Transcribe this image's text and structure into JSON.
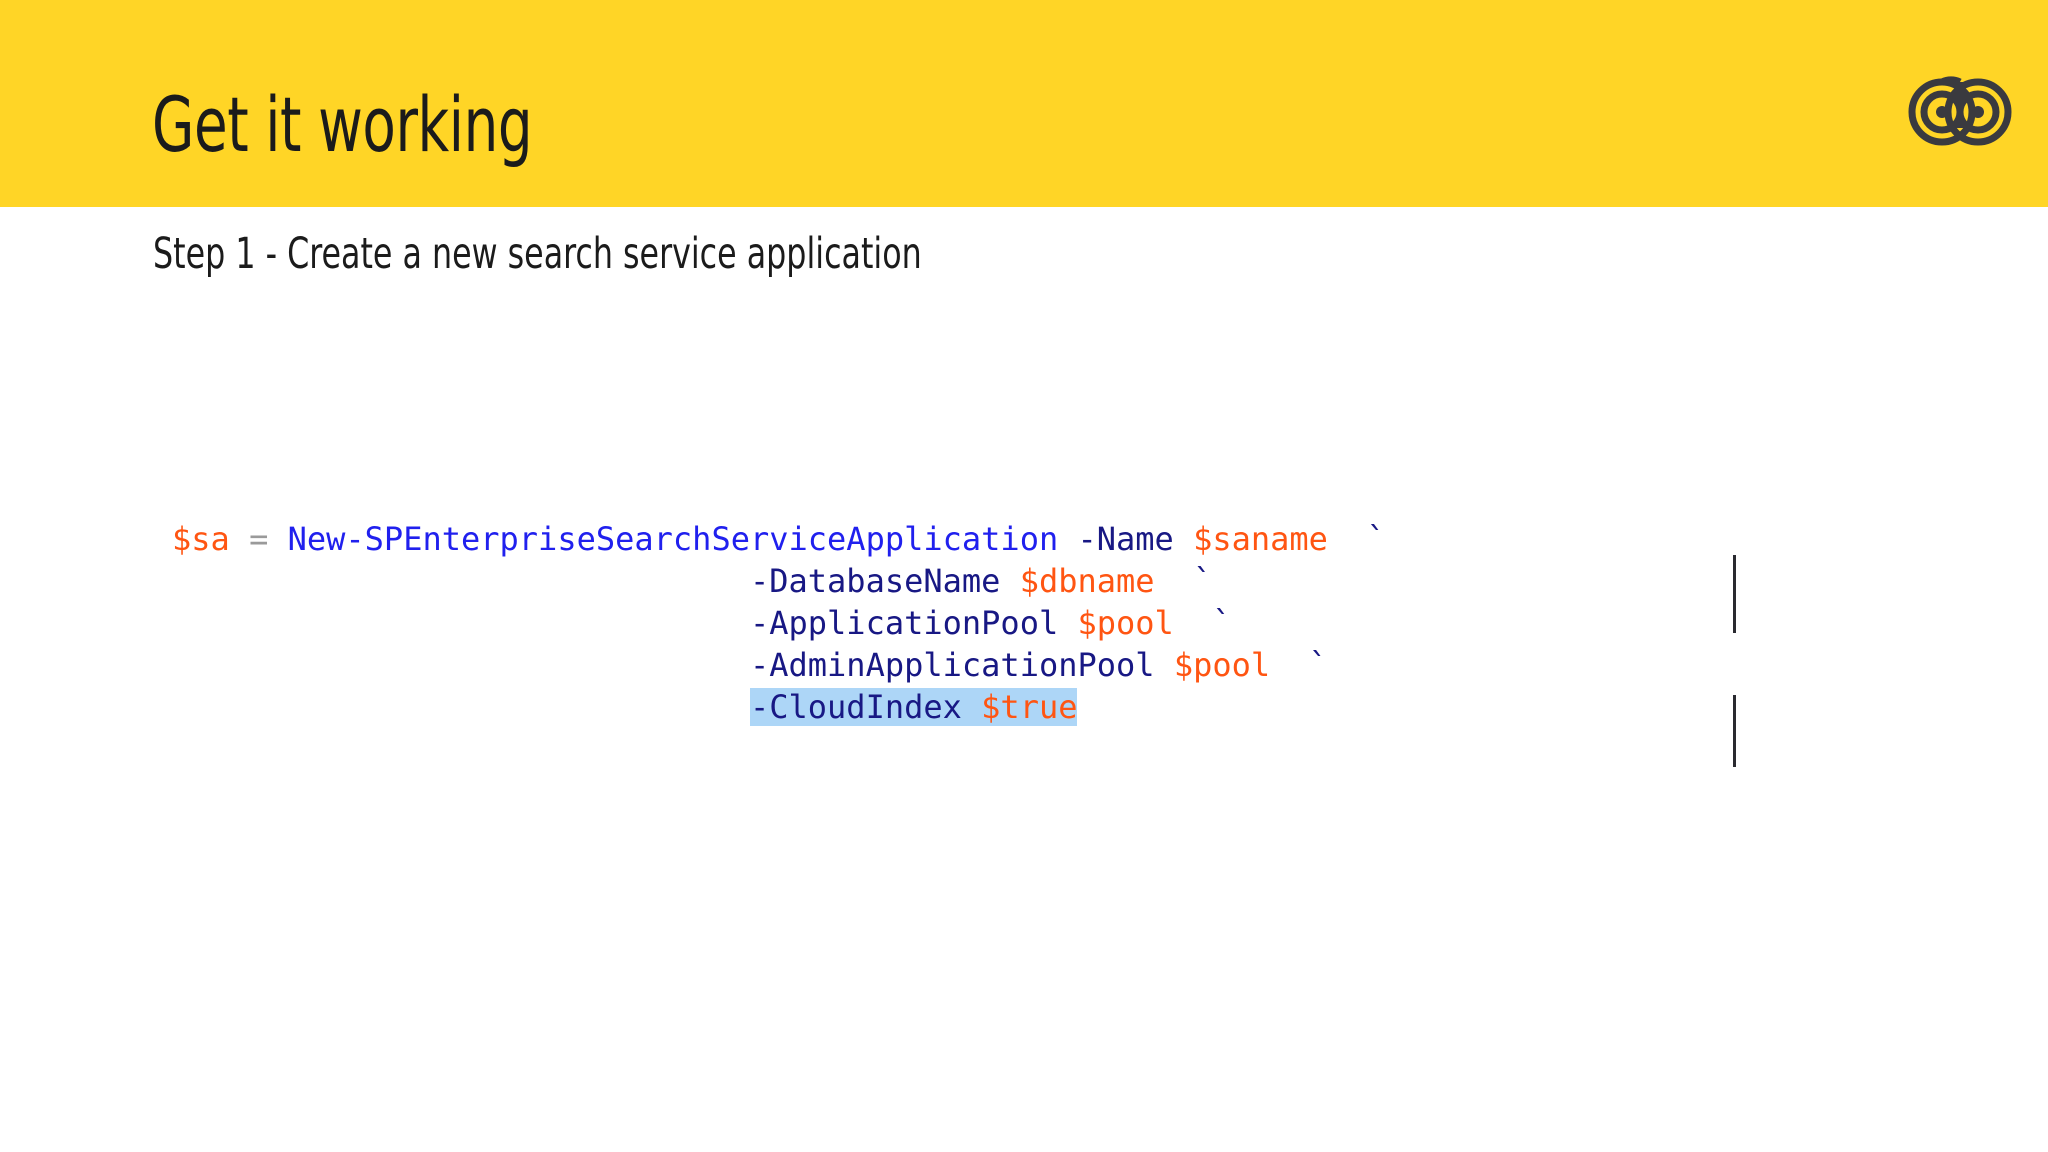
{
  "slide": {
    "title": "Get it working",
    "subtitle": "Step 1 - Create a new search service application",
    "header_bg": "#FFD526",
    "title_color": "#1b1b1b",
    "logo_name": "double-spiral-logo",
    "logo_color": "#3a3a3f"
  },
  "code": {
    "language": "powershell",
    "selection_highlight_color": "#ADD6F7",
    "colors": {
      "variable": "#FF5512",
      "cmdlet": "#2020EE",
      "parameter": "#181884",
      "operator": "#9a9a9a",
      "backtick": "#181884"
    },
    "lines": [
      {
        "id": "line-1",
        "indent": "",
        "highlighted": false,
        "tokens": [
          {
            "t": "$sa",
            "k": "var"
          },
          {
            "t": " ",
            "k": "plain"
          },
          {
            "t": "=",
            "k": "op"
          },
          {
            "t": " ",
            "k": "plain"
          },
          {
            "t": "New-SPEnterpriseSearchServiceApplication",
            "k": "cmdlet"
          },
          {
            "t": " ",
            "k": "plain"
          },
          {
            "t": "-Name",
            "k": "param"
          },
          {
            "t": " ",
            "k": "plain"
          },
          {
            "t": "$saname",
            "k": "var"
          },
          {
            "t": "  ",
            "k": "plain"
          },
          {
            "t": "`",
            "k": "tick"
          }
        ]
      },
      {
        "id": "line-2",
        "indent": "                              ",
        "highlighted": false,
        "tokens": [
          {
            "t": "-DatabaseName",
            "k": "param"
          },
          {
            "t": " ",
            "k": "plain"
          },
          {
            "t": "$dbname",
            "k": "var"
          },
          {
            "t": "  ",
            "k": "plain"
          },
          {
            "t": "`",
            "k": "tick"
          }
        ]
      },
      {
        "id": "line-3",
        "indent": "                              ",
        "highlighted": false,
        "tokens": [
          {
            "t": "-ApplicationPool",
            "k": "param"
          },
          {
            "t": " ",
            "k": "plain"
          },
          {
            "t": "$pool",
            "k": "var"
          },
          {
            "t": "  ",
            "k": "plain"
          },
          {
            "t": "`",
            "k": "tick"
          }
        ]
      },
      {
        "id": "line-4",
        "indent": "                              ",
        "highlighted": false,
        "tokens": [
          {
            "t": "-AdminApplicationPool",
            "k": "param"
          },
          {
            "t": " ",
            "k": "plain"
          },
          {
            "t": "$pool",
            "k": "var"
          },
          {
            "t": "  ",
            "k": "plain"
          },
          {
            "t": "`",
            "k": "tick"
          }
        ]
      },
      {
        "id": "line-5",
        "indent": "                              ",
        "highlighted": true,
        "tokens": [
          {
            "t": "-CloudIndex",
            "k": "param"
          },
          {
            "t": " ",
            "k": "plain"
          },
          {
            "t": "$true",
            "k": "var"
          }
        ]
      }
    ],
    "full_text": "$sa = New-SPEnterpriseSearchServiceApplication -Name $saname `\n                              -DatabaseName $dbname `\n                              -ApplicationPool $pool `\n                              -AdminApplicationPool $pool `\n                              -CloudIndex $true"
  },
  "artifacts": {
    "vertical_rules": [
      {
        "name": "stray-vertical-rule-top"
      },
      {
        "name": "stray-vertical-rule-bottom"
      }
    ]
  }
}
